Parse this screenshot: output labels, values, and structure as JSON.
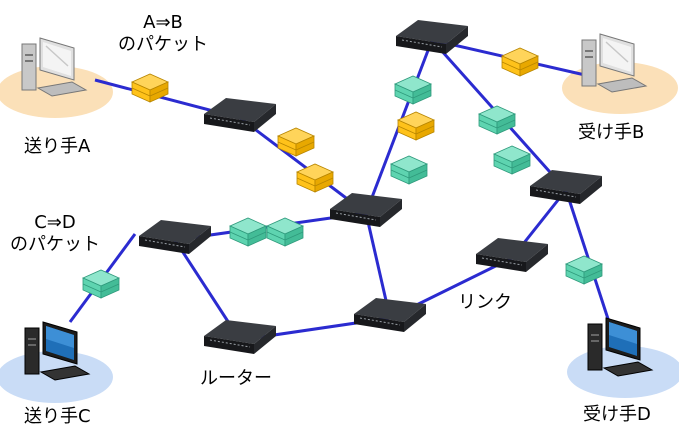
{
  "labels": {
    "sender_a": "送り手A",
    "sender_c": "送り手C",
    "receiver_b": "受け手B",
    "receiver_d": "受け手D",
    "packet_ab_line1": "A⇒B",
    "packet_ab_line2": "のパケット",
    "packet_cd_line1": "C⇒D",
    "packet_cd_line2": "のパケット",
    "link": "リンク",
    "router": "ルーター"
  },
  "colors": {
    "link": "#2b2bd0",
    "packet_ab": "#ffc21a",
    "packet_ab_dark": "#b88600",
    "packet_cd": "#5ed4b0",
    "packet_cd_dark": "#2f9a7c",
    "router_top": "#3a3d42",
    "router_side": "#17181b",
    "halo_orange": "#fbe0b8",
    "halo_blue": "#c9dcf6"
  }
}
